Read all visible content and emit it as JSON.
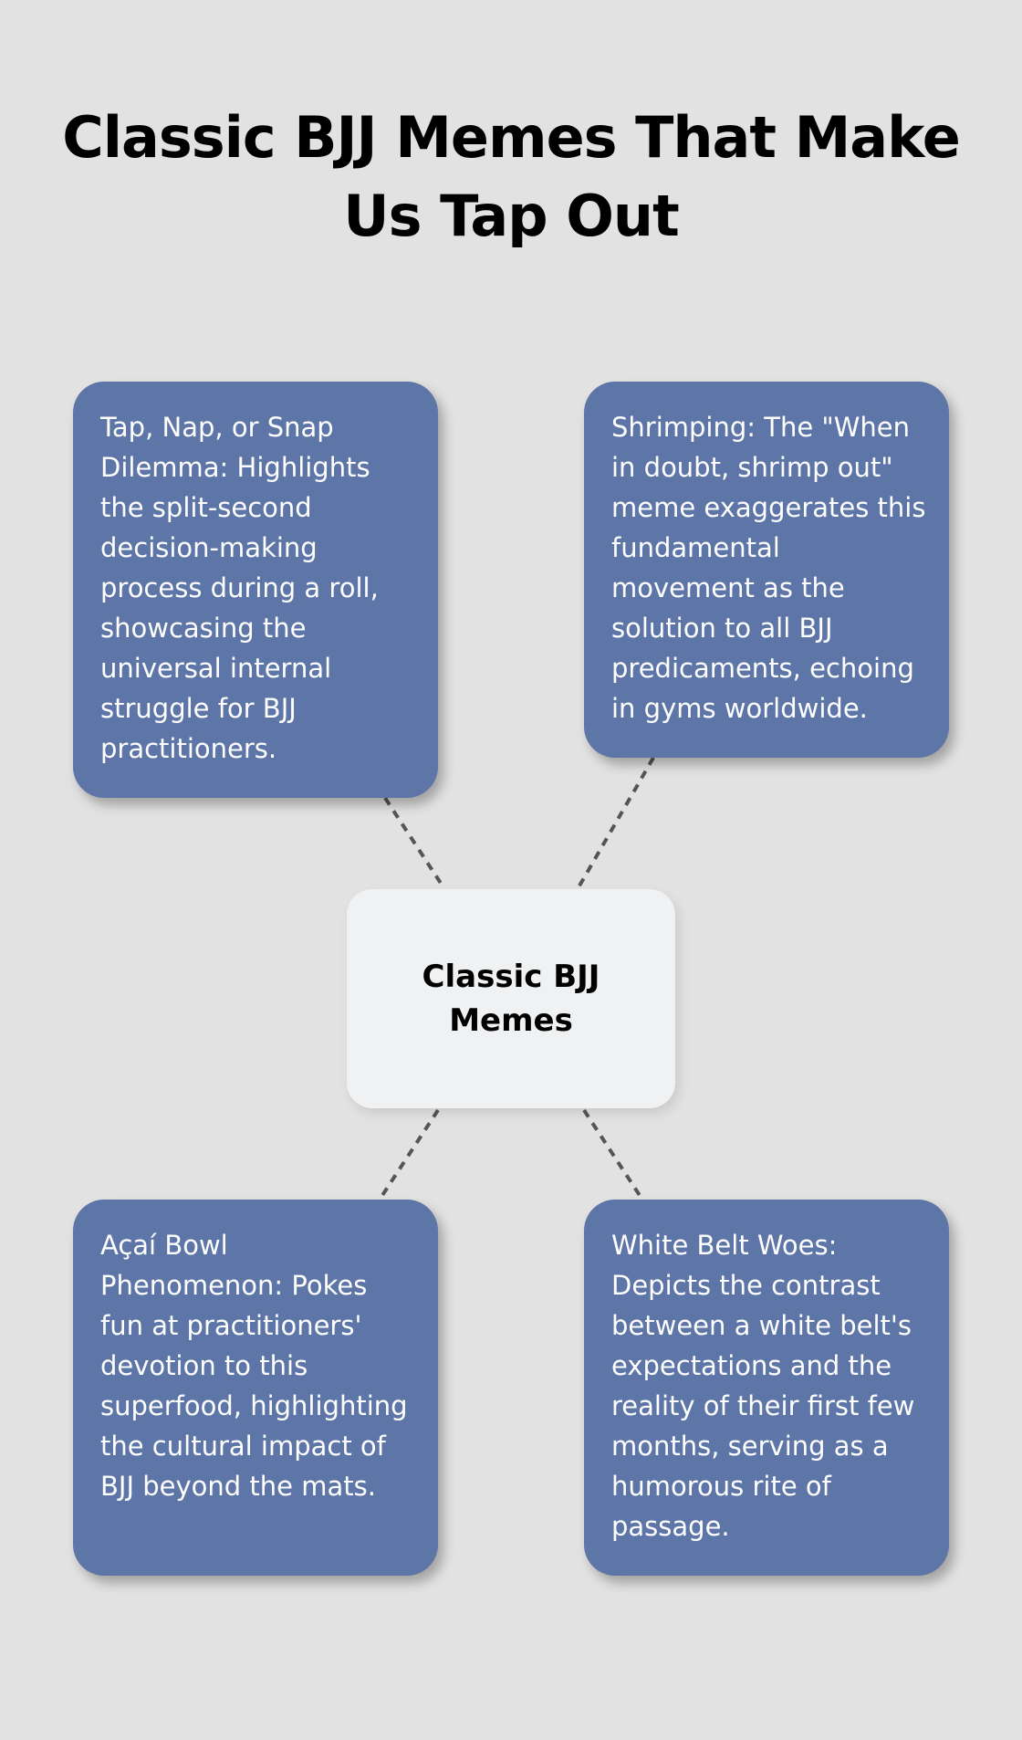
{
  "title": "Classic BJJ Memes That Make Us Tap Out",
  "center": {
    "label": "Classic BJJ Memes"
  },
  "cards": [
    {
      "text": "Tap, Nap, or Snap Dilemma: Highlights the split-second decision-making process during a roll, showcasing the universal internal struggle for BJJ practitioners."
    },
    {
      "text": "Shrimping: The \"When in doubt, shrimp out\" meme exaggerates this fundamental movement as the solution to all BJJ predicaments, echoing in gyms worldwide."
    },
    {
      "text": "Açaí Bowl Phenomenon: Pokes fun at practitioners' devotion to this superfood, highlighting the cultural impact of BJJ beyond the mats."
    },
    {
      "text": "White Belt Woes: Depicts the contrast between a white belt's expectations and the reality of their first few months, serving as a humorous rite of passage."
    }
  ],
  "colors": {
    "background": "#e1e2e1",
    "card": "#5d75a7",
    "center": "#f0f1f2",
    "connector": "#555555"
  }
}
